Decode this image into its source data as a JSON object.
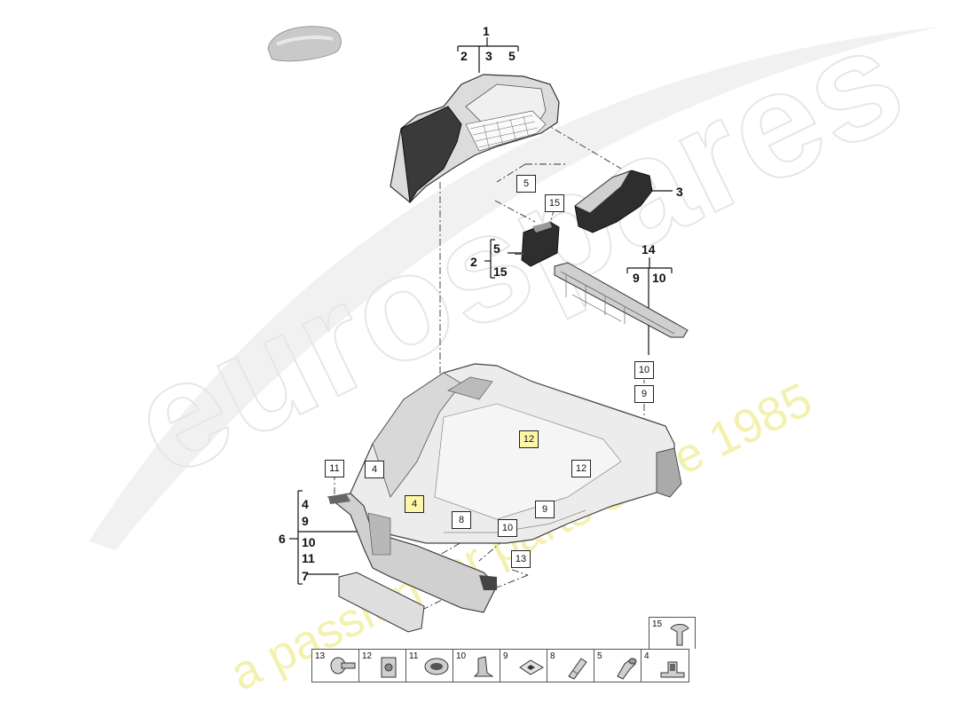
{
  "diagram": {
    "group1": {
      "top": "1",
      "subs": [
        "2",
        "3",
        "5"
      ]
    },
    "group14": {
      "top": "14",
      "subs": [
        "9",
        "10"
      ]
    },
    "group2": {
      "main": "2",
      "subs": [
        "5",
        "15"
      ]
    },
    "group6": {
      "main": "6",
      "subs": [
        "4",
        "9",
        "10",
        "11",
        "7"
      ]
    },
    "label3": "3",
    "callouts": {
      "c5": "5",
      "c15": "15",
      "c10_rail": "10",
      "c9_rail": "9",
      "c12_a": "12",
      "c12_b": "12",
      "c11": "11",
      "c4_a": "4",
      "c4_b": "4",
      "c8": "8",
      "c9_floor": "9",
      "c10_floor": "10",
      "c13": "13"
    }
  },
  "legend": {
    "top": {
      "num": "15",
      "icon": "push-rivet-icon"
    },
    "items": [
      {
        "num": "13",
        "icon": "screw-icon"
      },
      {
        "num": "12",
        "icon": "clip-nut-icon"
      },
      {
        "num": "11",
        "icon": "grommet-icon"
      },
      {
        "num": "10",
        "icon": "retainer-clip-icon"
      },
      {
        "num": "9",
        "icon": "foam-pad-icon"
      },
      {
        "num": "8",
        "icon": "expanding-rivet-icon"
      },
      {
        "num": "5",
        "icon": "plug-rivet-icon"
      },
      {
        "num": "4",
        "icon": "bracket-clip-icon"
      }
    ]
  },
  "watermark": {
    "brand": "eurospares",
    "tagline": "a passion for parts since 1985"
  }
}
